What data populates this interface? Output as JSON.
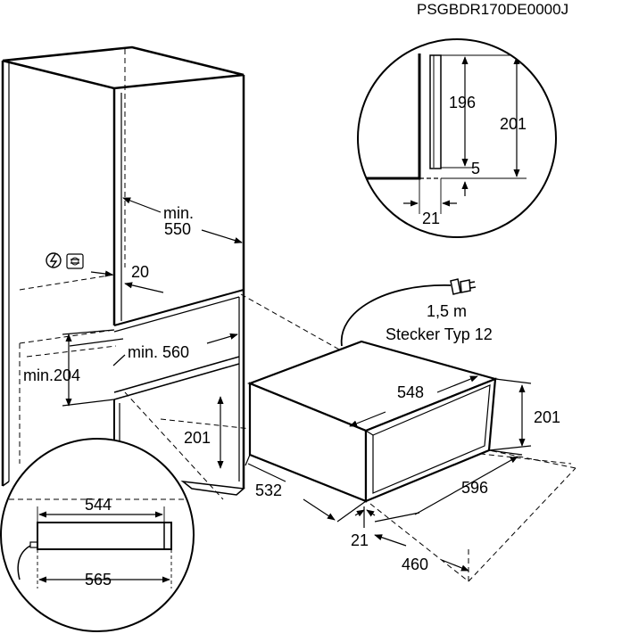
{
  "doc_code": "PSGBDR170DE0000J",
  "colors": {
    "ink": "#000000",
    "paper": "#ffffff"
  },
  "icons": [
    "electric-warning-icon",
    "drawer-heater-icon",
    "plug-icon"
  ],
  "cabinet_labels": {
    "min_550_a": "min.",
    "min_550_b": "550",
    "offset_20": "20",
    "min_560": "min. 560",
    "min_204": "min.204",
    "niche_201": "201"
  },
  "detail_top": {
    "h196": "196",
    "h201": "201",
    "h5": "5",
    "w21": "21"
  },
  "detail_bottom": {
    "w544": "544",
    "w565": "565"
  },
  "appliance": {
    "cable_length": "1,5 m",
    "plug_type": "Stecker Typ 12",
    "w548": "548",
    "h201": "201",
    "d532": "532",
    "w596": "596",
    "d21": "21",
    "d460": "460"
  }
}
